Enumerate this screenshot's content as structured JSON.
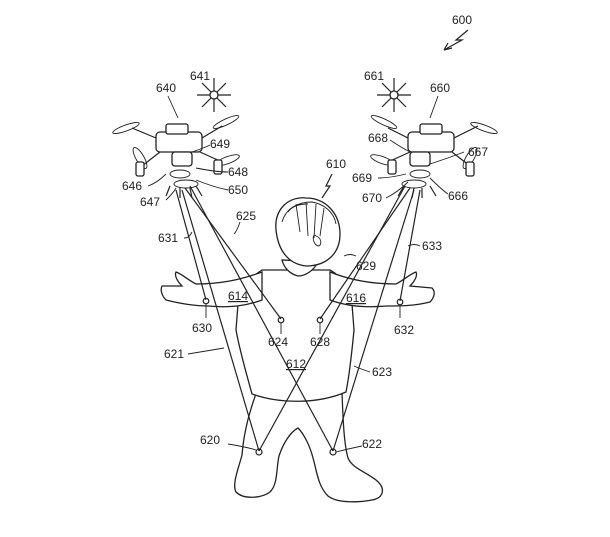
{
  "figure": {
    "ref_main": "600",
    "person": {
      "torso": "612",
      "left_arm": "614",
      "right_arm": "616"
    },
    "left_drone": {
      "ref": "640",
      "signal": "641",
      "labels": [
        "649",
        "648",
        "650",
        "646",
        "647"
      ]
    },
    "right_drone": {
      "ref": "660",
      "signal": "661",
      "labels": [
        "668",
        "667",
        "669",
        "670",
        "666"
      ]
    },
    "tethers": {
      "t631": "631",
      "t625": "625",
      "t621": "621",
      "t633": "633",
      "t629": "629",
      "t623": "623"
    },
    "anchors": {
      "a630": "630",
      "a624": "624",
      "a628": "628",
      "a632": "632",
      "a620": "620",
      "a622": "622"
    },
    "misc": {
      "ref610": "610"
    }
  }
}
